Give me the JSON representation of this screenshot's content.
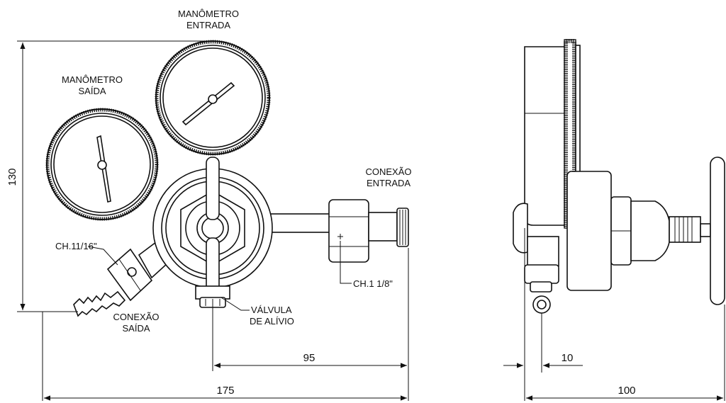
{
  "labels": {
    "manometro_entrada": [
      "MANÔMETRO",
      "ENTRADA"
    ],
    "manometro_saida": [
      "MANÔMETRO",
      "SAÍDA"
    ],
    "conexao_entrada": [
      "CONEXÃO",
      "ENTRADA"
    ],
    "conexao_saida": [
      "CONEXÃO",
      "SAÍDA"
    ],
    "valvula_alivio": [
      "VÁLVULA",
      "DE ALÍVIO"
    ],
    "ch_saida": "CH.11/16\"",
    "ch_entrada": "CH.1 1/8\""
  },
  "dimensions": {
    "height": "130",
    "width_front": "175",
    "valve_offset": "95",
    "small_offset": "10",
    "width_side": "100"
  }
}
